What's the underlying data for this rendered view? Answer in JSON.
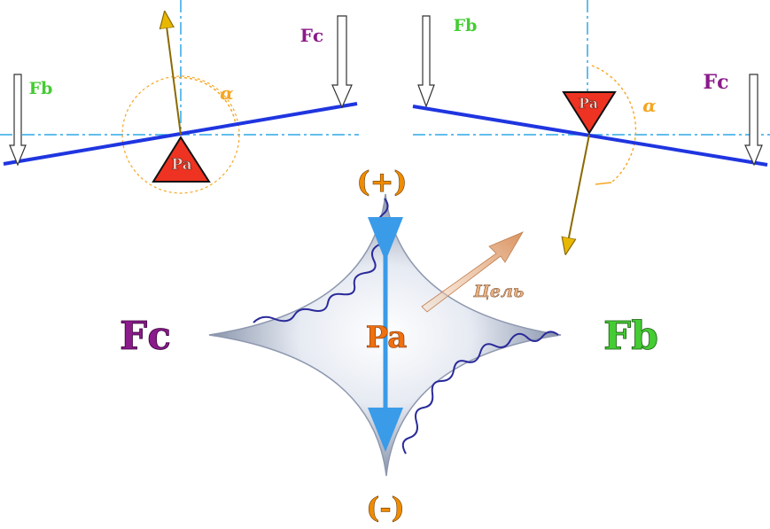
{
  "left_panel": {
    "force_c_label": "Fc",
    "force_b_label": "Fb",
    "fulcrum_label": "Pa",
    "angle_label": "α"
  },
  "right_panel": {
    "force_b_label": "Fb",
    "force_c_label": "Fc",
    "fulcrum_label": "Pa",
    "angle_label": "α"
  },
  "center": {
    "plus_label": "(+)",
    "minus_label": "(-)",
    "left_label": "Fc",
    "right_label": "Fb",
    "center_label": "Pa",
    "goal_label": "Цель"
  },
  "colors": {
    "beam": "#1f35e0",
    "axis": "#2fa8e8",
    "triangle": "#ee3322",
    "force_arrow": "#ffffff",
    "vector": "#c9a000",
    "angle_arc": "#f5a623",
    "fc_text": "#8b1a8b",
    "fb_text": "#44cc33",
    "sign_text": "#f08c00",
    "pa_text": "#f07010",
    "goal_text": "#e8b080",
    "star_outline": "#2a2a9a",
    "double_arrow": "#3a9be8"
  }
}
